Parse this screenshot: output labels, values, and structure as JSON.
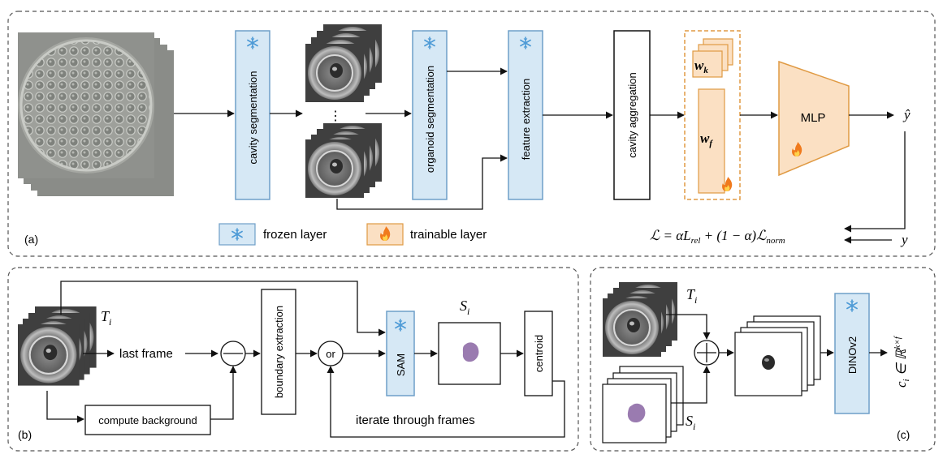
{
  "panel_a": {
    "label": "(a)",
    "blocks": {
      "cavity_segmentation": "cavity segmentation",
      "organoid_segmentation": "organoid segmentation",
      "feature_extraction": "feature extraction",
      "cavity_aggregation": "cavity aggregation",
      "mlp": "MLP"
    },
    "dots": "⋮",
    "w_k": "w",
    "w_k_sub": "k",
    "w_f": "w",
    "w_f_sub": "f",
    "y_hat": "ŷ",
    "y": "y",
    "loss": "ℒ = αL",
    "loss_sub1": "rel",
    "loss_mid": " + (1 − α)ℒ",
    "loss_sub2": "norm",
    "legend": {
      "frozen": "frozen layer",
      "trainable": "trainable layer"
    }
  },
  "panel_b": {
    "label": "(b)",
    "t_i": "T",
    "t_i_sub": "i",
    "last_frame": "last frame",
    "compute_background": "compute background",
    "boundary_extraction": "boundary extraction",
    "or": "or",
    "sam": "SAM",
    "s_i": "S",
    "s_i_sub": "i",
    "centroid": "centroid",
    "iterate": "iterate through frames"
  },
  "panel_c": {
    "label": "(c)",
    "t_i": "T",
    "t_i_sub": "i",
    "s_i": "S",
    "s_i_sub": "i",
    "dinov2": "DINOv2",
    "output": "c",
    "output_sub": "i",
    "output_rest": " ∈ ℝ",
    "output_sup": "k×f"
  },
  "colors": {
    "frozen_fill": "#d6e8f5",
    "frozen_stroke": "#6f9fc8",
    "trainable_fill": "#fbe0c3",
    "trainable_stroke": "#e09a43",
    "mask_purple": "#9a7bb0"
  },
  "icons": {
    "frozen": "snowflake-icon",
    "trainable": "flame-icon"
  }
}
